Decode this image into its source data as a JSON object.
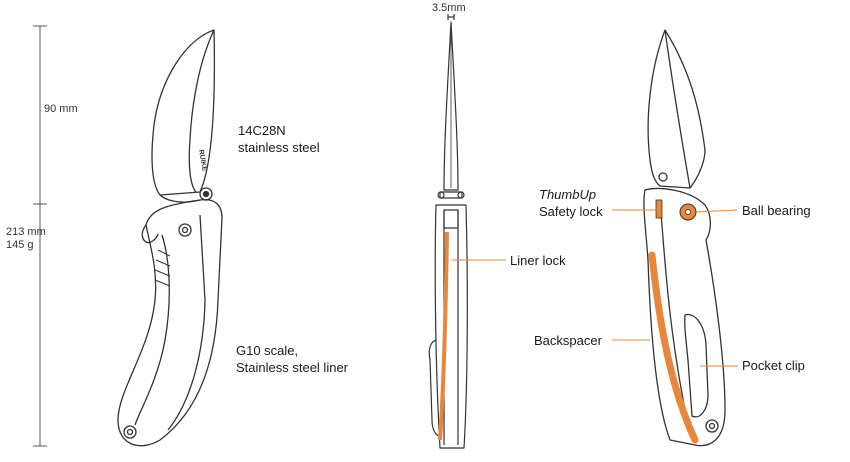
{
  "dimensions": {
    "blade_length": "90 mm",
    "overall_length": "213 mm",
    "weight": "145 g",
    "blade_thickness": "3.5mm"
  },
  "labels": {
    "blade_steel_line1": "14C28N",
    "blade_steel_line2": "stainless steel",
    "handle_line1": "G10 scale,",
    "handle_line2": "Stainless steel liner",
    "liner_lock": "Liner lock",
    "thumbup": "ThumbUp",
    "safety_lock": "Safety lock",
    "ball_bearing": "Ball bearing",
    "backspacer": "Backspacer",
    "pocket_clip": "Pocket clip"
  },
  "brand_mark": "RUIKE",
  "colors": {
    "accent_orange": "#E8873A",
    "outline": "#333333",
    "dimension_line": "#555555"
  }
}
